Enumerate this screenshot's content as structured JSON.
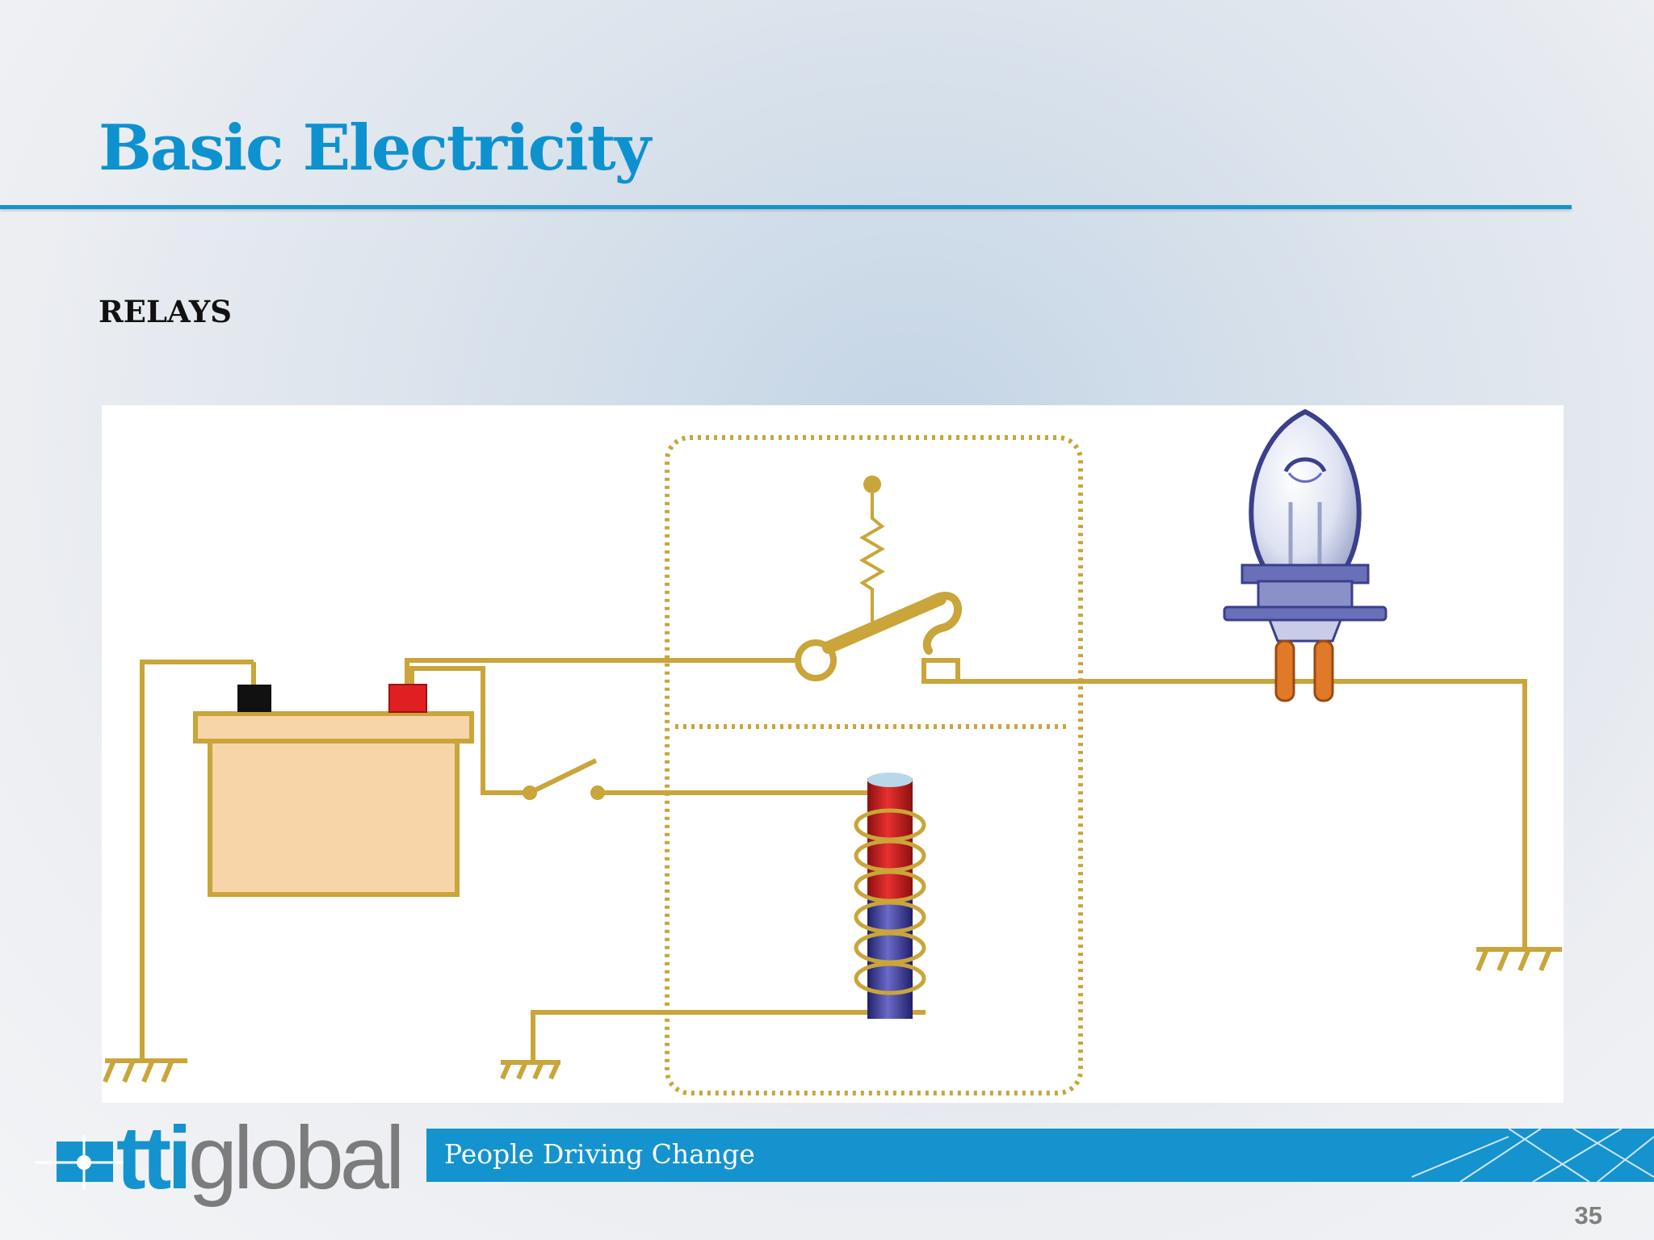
{
  "slide": {
    "title": "Basic Electricity",
    "subtitle": "RELAYS",
    "page_number": "35"
  },
  "footer": {
    "logo_tti": "tti",
    "logo_global": "global",
    "tagline": "People Driving Change"
  },
  "colors": {
    "accent": "#1593cf",
    "wire": "#c9a53a",
    "battery_body": "#f7d5a8",
    "coil_red": "#d22222",
    "coil_blue": "#3e3e9a"
  }
}
